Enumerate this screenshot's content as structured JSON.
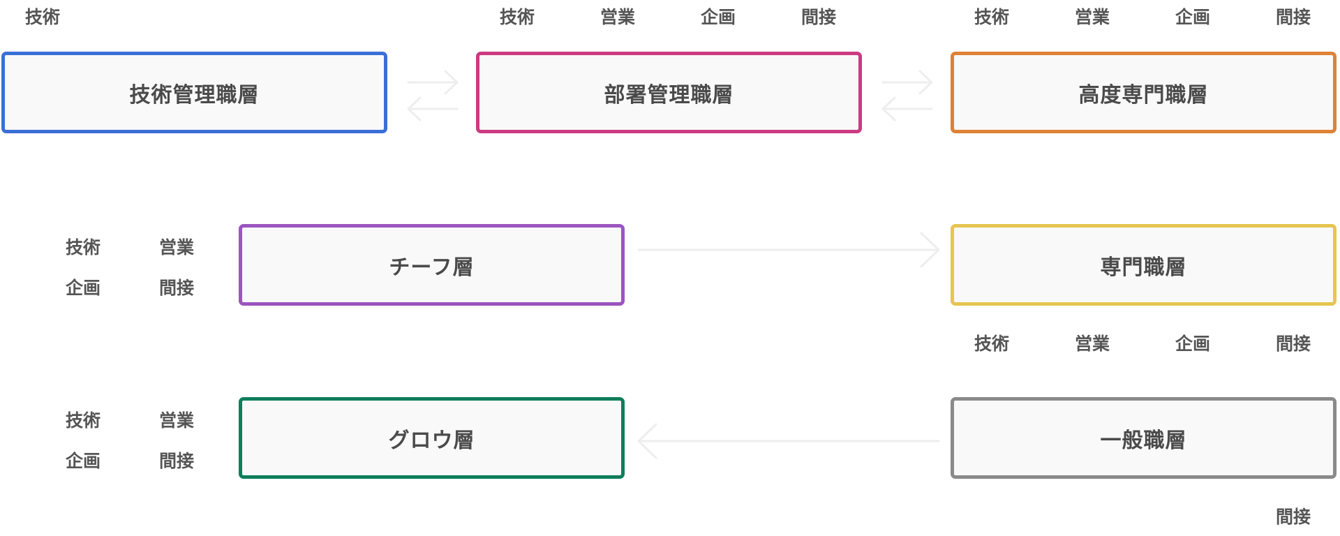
{
  "colors": {
    "tech_mgmt": "#3b6fd8",
    "dept_mgmt": "#cc3a82",
    "advanced_specialist": "#dd8236",
    "chief": "#9b55c0",
    "specialist": "#e5c64f",
    "growth": "#0e7e5a",
    "general": "#8a8a8a",
    "box_fill": "#f9f9f9",
    "arrow": "#eeeeee"
  },
  "layers": {
    "tech_mgmt": {
      "label": "技術管理職層",
      "tags": [
        "技術"
      ]
    },
    "dept_mgmt": {
      "label": "部署管理職層",
      "tags": [
        "技術",
        "営業",
        "企画",
        "間接"
      ]
    },
    "advanced_specialist": {
      "label": "高度専門職層",
      "tags": [
        "技術",
        "営業",
        "企画",
        "間接"
      ]
    },
    "chief": {
      "label": "チーフ層",
      "tags": [
        "技術",
        "営業",
        "企画",
        "間接"
      ]
    },
    "specialist": {
      "label": "専門職層",
      "tags": [
        "技術",
        "営業",
        "企画",
        "間接"
      ]
    },
    "growth": {
      "label": "グロウ層",
      "tags": [
        "技術",
        "営業",
        "企画",
        "間接"
      ]
    },
    "general": {
      "label": "一般職層",
      "tags": [
        "間接"
      ]
    }
  },
  "icons": {
    "bidirectional": "arrows-left-right-icon",
    "right": "arrow-right-icon",
    "left": "arrow-left-icon"
  }
}
